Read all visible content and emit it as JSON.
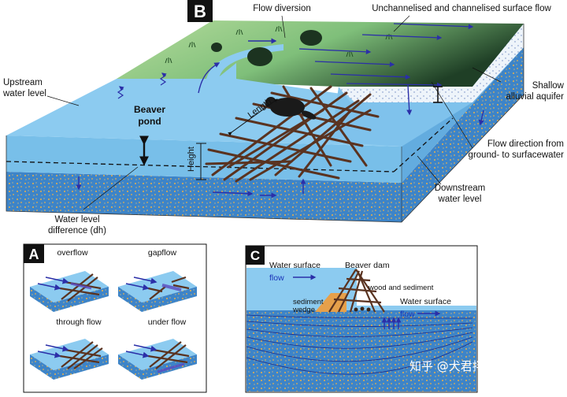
{
  "main": {
    "letter": "B",
    "labels": {
      "flow_diversion": "Flow diversion",
      "surface_flow": "Unchannelised and channelised surface flow",
      "upstream_1": "Upstream",
      "upstream_2": "water level",
      "beaver_1": "Beaver",
      "beaver_2": "pond",
      "length": "Length",
      "height": "Height",
      "shallow_1": "Shallow",
      "shallow_2": "alluvial aquifer",
      "flowdir_1": "Flow direction from",
      "flowdir_2": "ground- to surfacewater",
      "downstream_1": "Downstream",
      "downstream_2": "water level",
      "wld_1": "Water level",
      "wld_2": "difference (dh)"
    }
  },
  "panel_a": {
    "letter": "A",
    "labels": {
      "overflow": "overflow",
      "gapflow": "gapflow",
      "through": "through flow",
      "under": "under flow"
    }
  },
  "panel_c": {
    "letter": "C",
    "labels": {
      "water_surface_left": "Water surface",
      "beaver_dam": "Beaver dam",
      "flow_left": "flow",
      "wood_sediment": "wood and sediment",
      "sediment_1": "sediment",
      "sediment_2": "wedge",
      "water_surface_right": "Water surface",
      "flow_right": "flow"
    }
  },
  "watermark": "知乎 @犬君拌汪酱",
  "colors": {
    "water": "#6fb6e6",
    "water_dark": "#4a9ad6",
    "sediment": "#3a7fc4",
    "grass": "#a9d18e",
    "grass_dark": "#2f5a2f",
    "wood": "#5a3320",
    "arrow": "#2b2fa8"
  }
}
